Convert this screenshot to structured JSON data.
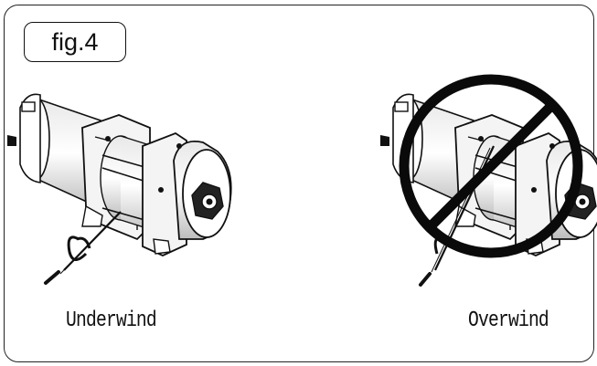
{
  "figure": {
    "label": "fig.4"
  },
  "panels": [
    {
      "caption": "Underwind"
    },
    {
      "caption": "Overwind"
    }
  ],
  "colors": {
    "line": "#111111",
    "shade": "#cfcfcf",
    "prohibit": "#0a0a0a"
  },
  "icons": {
    "prohibit": "prohibition-sign-icon"
  }
}
